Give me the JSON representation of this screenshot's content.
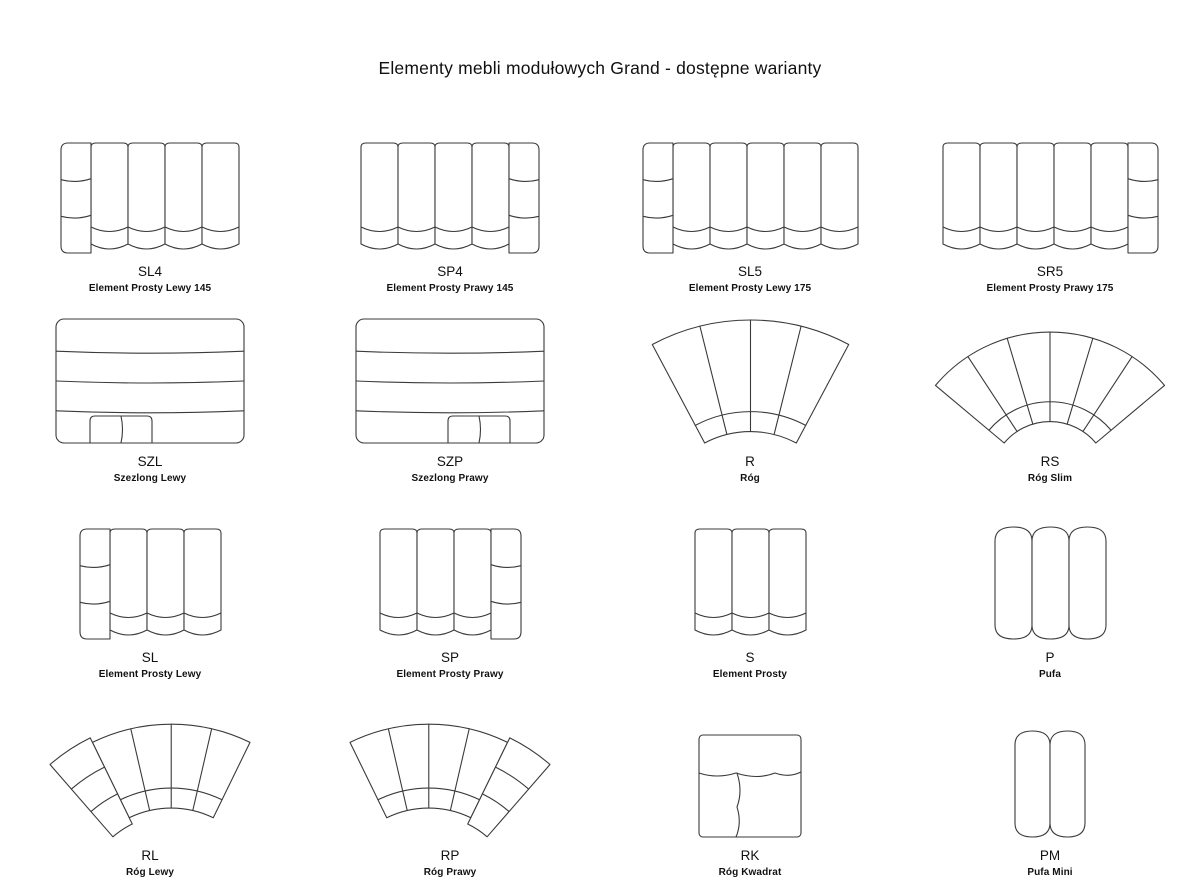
{
  "title": "Elementy mebli modułowych Grand - dostępne warianty",
  "style": {
    "background": "#ffffff",
    "line_color": "#3a3a3a",
    "text_color": "#111111"
  },
  "modules": [
    {
      "code": "SL4",
      "name": "Element Prosty Lewy 145",
      "drawing": {
        "kind": "straight",
        "cushions": 4,
        "armrest": "left"
      }
    },
    {
      "code": "SP4",
      "name": "Element Prosty Prawy 145",
      "drawing": {
        "kind": "straight",
        "cushions": 4,
        "armrest": "right"
      }
    },
    {
      "code": "SL5",
      "name": "Element Prosty Lewy 175",
      "drawing": {
        "kind": "straight",
        "cushions": 5,
        "armrest": "left"
      }
    },
    {
      "code": "SR5",
      "name": "Element Prosty Prawy 175",
      "drawing": {
        "kind": "straight",
        "cushions": 5,
        "armrest": "right"
      }
    },
    {
      "code": "SZL",
      "name": "Szezlong Lewy",
      "drawing": {
        "kind": "chaise",
        "side": "left"
      }
    },
    {
      "code": "SZP",
      "name": "Szezlong Prawy",
      "drawing": {
        "kind": "chaise",
        "side": "right"
      }
    },
    {
      "code": "R",
      "name": "Róg",
      "drawing": {
        "kind": "fan",
        "rIn": 98,
        "rOut": 210,
        "half": 28,
        "segs": 4
      }
    },
    {
      "code": "RS",
      "name": "Róg Slim",
      "drawing": {
        "kind": "fan",
        "rIn": 60,
        "rOut": 150,
        "half": 50,
        "segs": 6
      }
    },
    {
      "code": "SL",
      "name": "Element Prosty Lewy",
      "drawing": {
        "kind": "straight",
        "cushions": 3,
        "armrest": "left"
      }
    },
    {
      "code": "SP",
      "name": "Element Prosty Prawy",
      "drawing": {
        "kind": "straight",
        "cushions": 3,
        "armrest": "right"
      }
    },
    {
      "code": "S",
      "name": "Element Prosty",
      "drawing": {
        "kind": "straight",
        "cushions": 3,
        "armrest": null
      }
    },
    {
      "code": "P",
      "name": "Pufa",
      "drawing": {
        "kind": "pouf",
        "lobes": 3,
        "lobe_width": 37,
        "height": 116
      }
    },
    {
      "code": "RL",
      "name": "Róg Lewy",
      "drawing": {
        "kind": "fan",
        "rIn": 96,
        "rOut": 180,
        "half": 26,
        "segs": 4,
        "arm": "left"
      }
    },
    {
      "code": "RP",
      "name": "Róg Prawy",
      "drawing": {
        "kind": "fan",
        "rIn": 96,
        "rOut": 180,
        "half": 26,
        "segs": 4,
        "arm": "right"
      }
    },
    {
      "code": "RK",
      "name": "Róg Kwadrat",
      "drawing": {
        "kind": "square-corner"
      }
    },
    {
      "code": "PM",
      "name": "Pufa Mini",
      "drawing": {
        "kind": "pouf",
        "lobes": 2,
        "lobe_width": 35,
        "height": 110
      }
    }
  ]
}
